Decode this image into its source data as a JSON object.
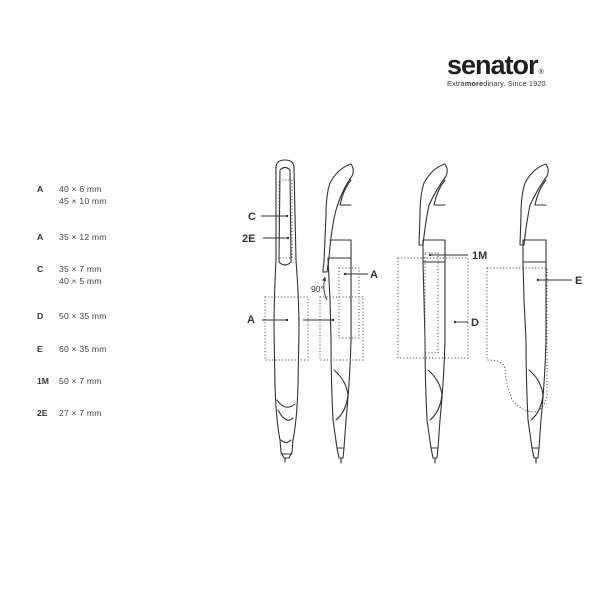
{
  "brand": {
    "name": "senator",
    "registered": "®",
    "tagline_pre": "Extra",
    "tagline_bold": "more",
    "tagline_post": "dinary. Since 1920."
  },
  "legend": [
    {
      "code": "A",
      "dims": [
        "40 × 6 mm",
        "45 × 10 mm"
      ]
    },
    {
      "code": "A",
      "dims": [
        "35 × 12 mm"
      ]
    },
    {
      "code": "C",
      "dims": [
        "35 × 7 mm",
        "40 × 5 mm"
      ]
    },
    {
      "code": "D",
      "dims": [
        "50 × 35 mm"
      ]
    },
    {
      "code": "E",
      "dims": [
        "60 × 35 mm"
      ]
    },
    {
      "code": "1M",
      "dims": [
        "50 × 7 mm"
      ]
    },
    {
      "code": "2E",
      "dims": [
        "27 × 7 mm"
      ]
    }
  ],
  "labels": {
    "c": "C",
    "e2": "2E",
    "a_left": "A",
    "a_right": "A",
    "angle": "90°",
    "m1": "1M",
    "d": "D",
    "e": "E"
  },
  "colors": {
    "ink": "#333333",
    "text": "#2b2b2b",
    "dotted": "#555555"
  }
}
